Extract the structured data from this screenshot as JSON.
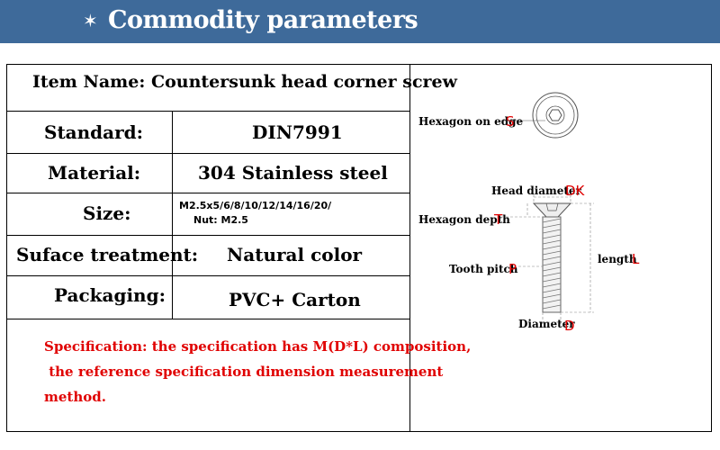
{
  "banner": {
    "icon": "star-icon",
    "title": "Commodity parameters",
    "background": "#3e6a9a"
  },
  "table": {
    "item_name": "Item Name: Countersunk head corner screw",
    "rows": [
      {
        "label": "Standard:",
        "value": "DIN7991"
      },
      {
        "label": "Material:",
        "value": "304 Stainless steel"
      },
      {
        "label": "Size:",
        "value_line1": "M2.5x5/6/8/10/12/14/16/20/",
        "value_line2": "Nut: M2.5"
      },
      {
        "label": "Suface treatment:",
        "value": "Natural color"
      },
      {
        "label": "Packaging:",
        "value": "PVC+ Carton"
      }
    ],
    "specification": {
      "line1": "Specification: the specification has M(D*L) composition,",
      "line2": " the reference specification dimension measurement",
      "line3": "method.",
      "color": "#e00000"
    }
  },
  "diagram": {
    "hexagon_on_edge": {
      "label": "Hexagon on edge",
      "letter": "S"
    },
    "head_diameter": {
      "label": "Head diameter",
      "letter": "DK"
    },
    "hexagon_depth": {
      "label": "Hexagon depth",
      "letter": "T"
    },
    "tooth_pitch": {
      "label": "Tooth pitch",
      "letter": "P"
    },
    "length": {
      "label": "length",
      "letter": "L"
    },
    "diameter": {
      "label": "Diameter",
      "letter": "D"
    }
  }
}
